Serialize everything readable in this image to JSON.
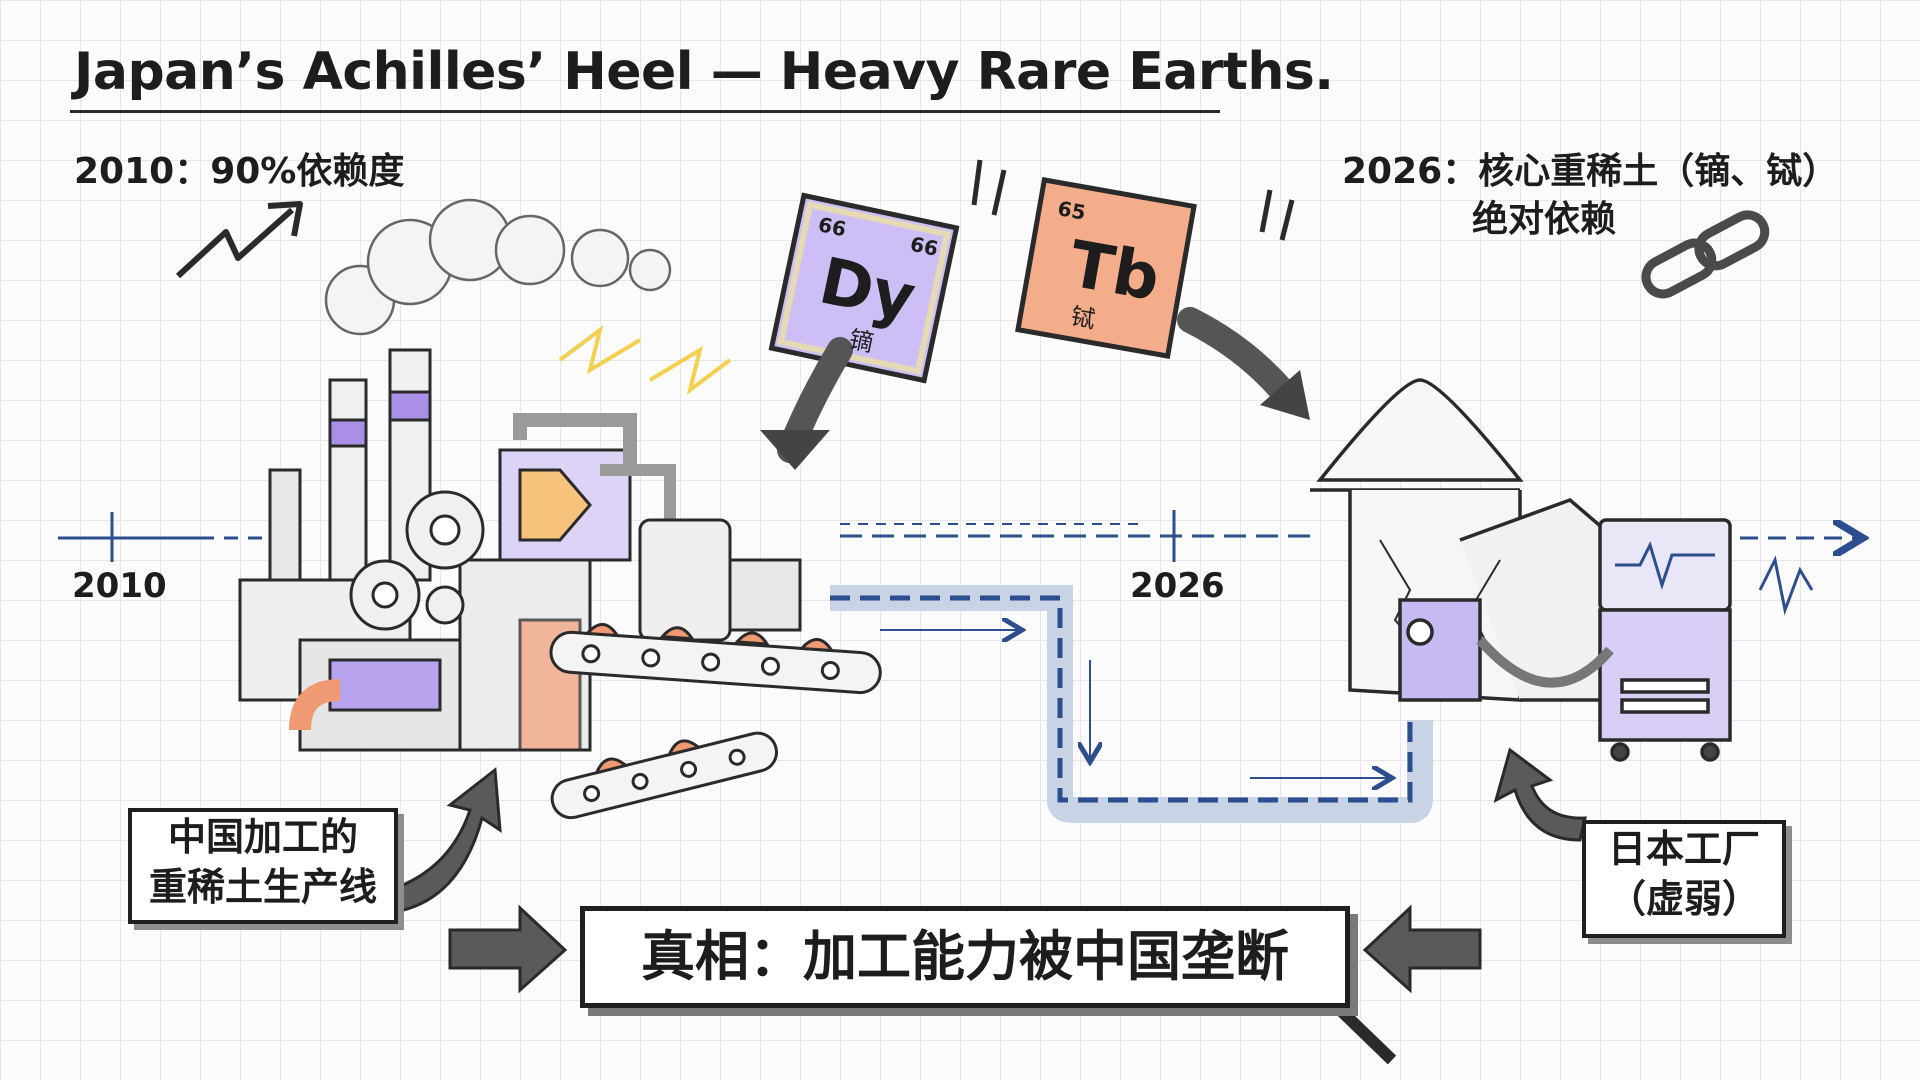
{
  "title": "Japan’s Achilles’ Heel — Heavy Rare Earths.",
  "note_2010": "2010：90%依赖度",
  "note_2026": {
    "line1": "2026：核心重稀土（镝、铽）",
    "line2": "绝对依赖"
  },
  "timeline": {
    "year_start": "2010",
    "year_end": "2026"
  },
  "elements": [
    {
      "symbol": "Dy",
      "number": "66",
      "name_cn": "镝",
      "color": "#b9a8f0"
    },
    {
      "symbol": "Tb",
      "number": "65",
      "name_cn": "铽",
      "color": "#f2a37f"
    }
  ],
  "left_label": {
    "line1": "中国加工的",
    "line2": "重稀土生产线"
  },
  "right_label": {
    "line1": "日本工厂",
    "line2": "（虚弱）"
  },
  "truth_banner": "真相：加工能力被中国垄断",
  "colors": {
    "accent_purple": "#9b82e6",
    "accent_orange": "#ef9a73",
    "timeline_blue": "#2c4e8e",
    "ink": "#1d1d1d"
  },
  "icons": [
    "zigzag-up-arrow-icon",
    "chain-link-icon",
    "factory-icon",
    "house-icon",
    "medical-monitor-icon",
    "magnifier-icon",
    "pointer-arrow-icon"
  ]
}
